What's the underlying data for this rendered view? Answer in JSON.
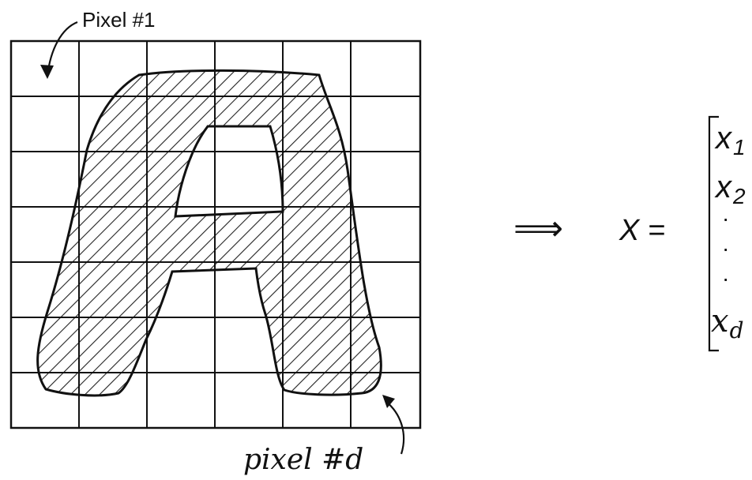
{
  "labels": {
    "pixel_first": "Pixel #1",
    "pixel_last": "pixel #d",
    "implies": "⟹",
    "vector_name": "X =",
    "vector_entries": [
      {
        "base": "x",
        "sub": "1"
      },
      {
        "base": "x",
        "sub": "2"
      },
      {
        "base": "·",
        "sub": ""
      },
      {
        "base": "·",
        "sub": ""
      },
      {
        "base": "·",
        "sub": ""
      },
      {
        "base": "x",
        "sub": "d"
      }
    ]
  },
  "grid": {
    "rows": 7,
    "cols": 6
  },
  "colors": {
    "ink": "#111111",
    "hatch": "#222222",
    "background": "#ffffff"
  }
}
